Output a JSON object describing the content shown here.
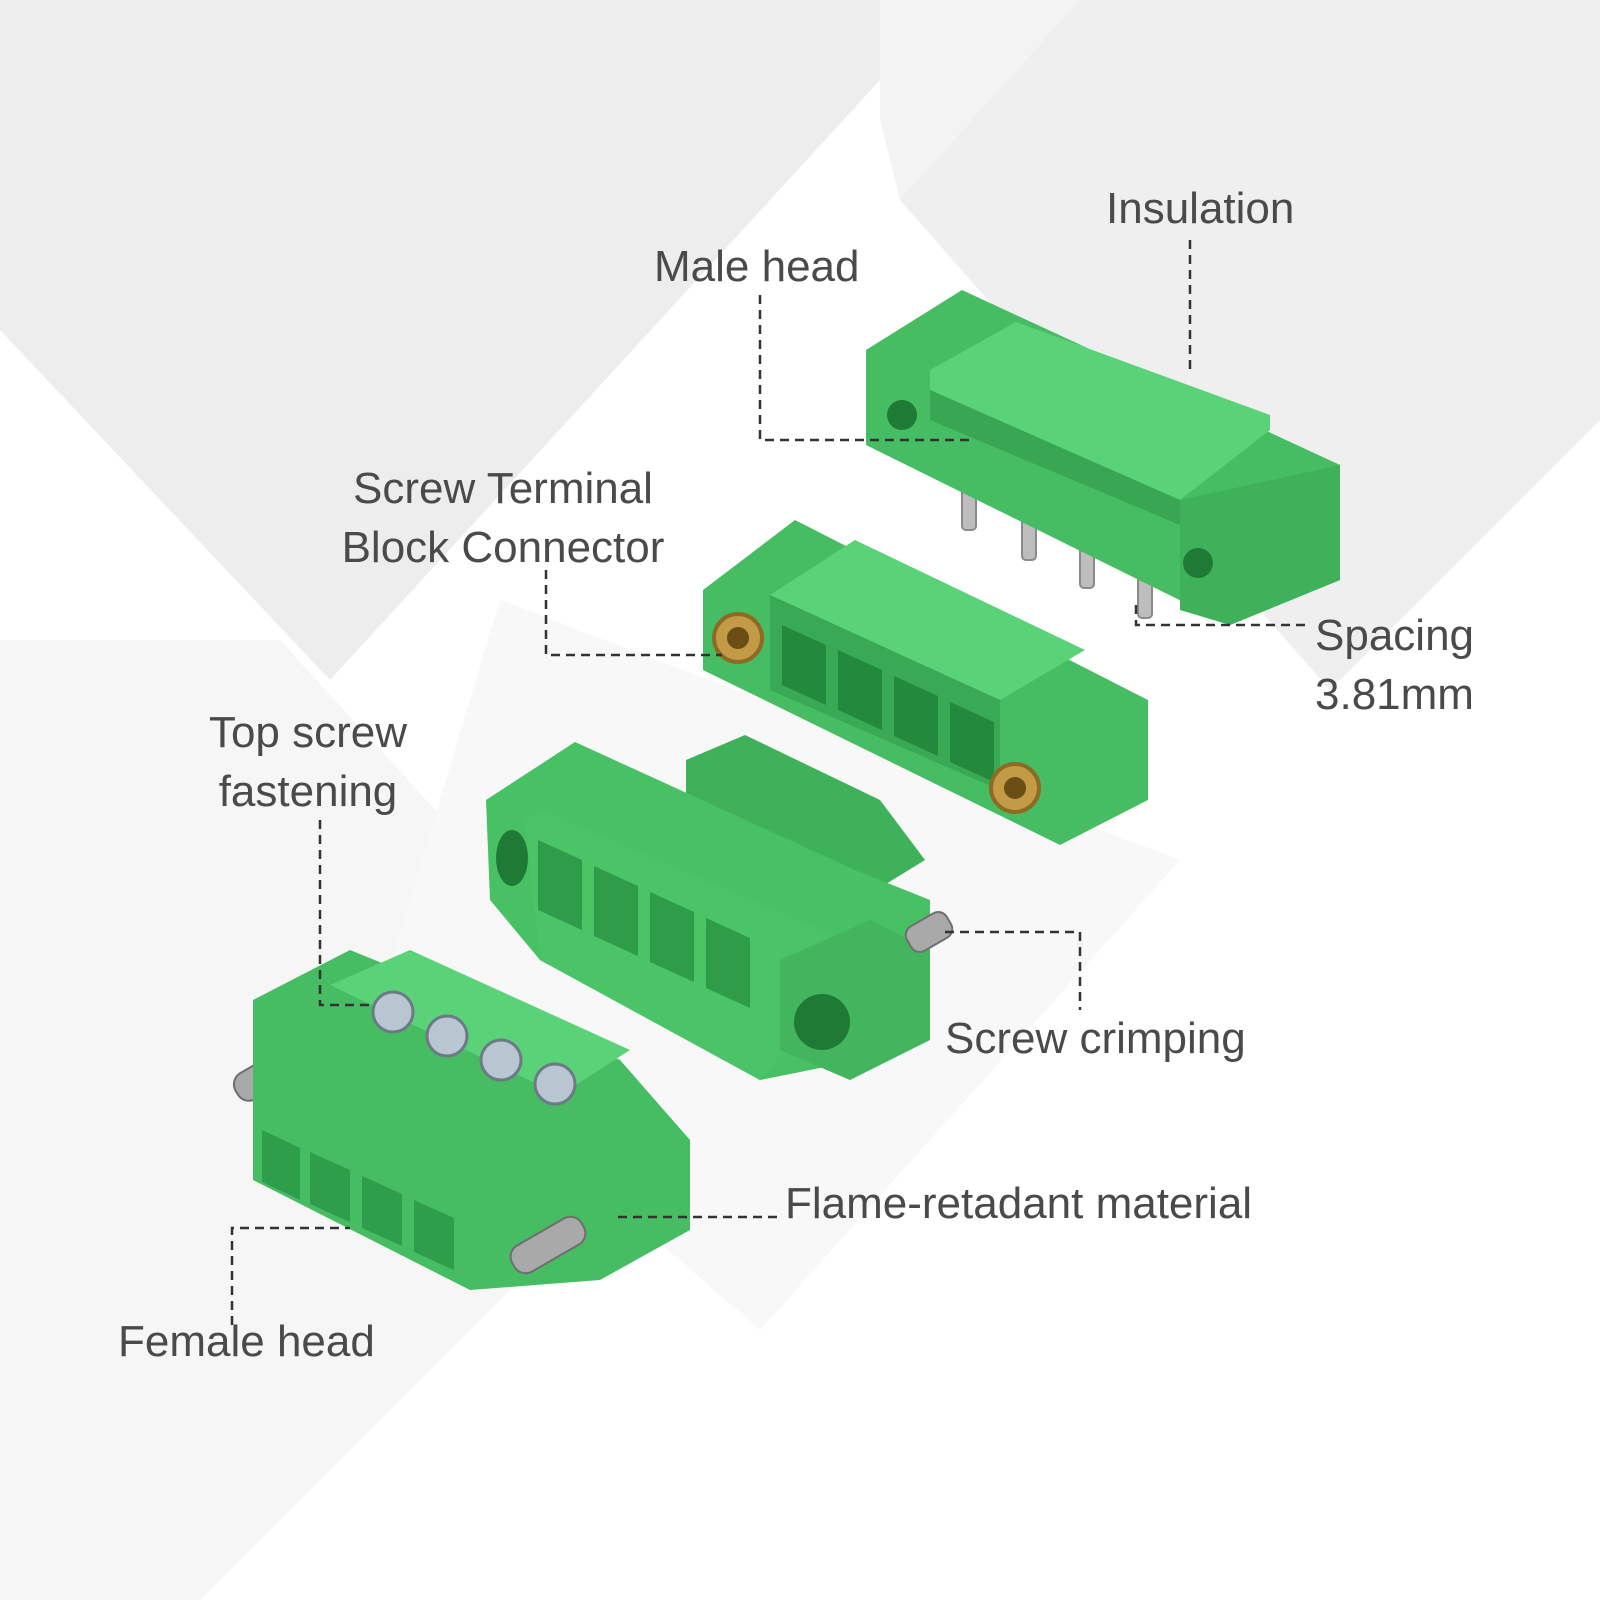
{
  "colors": {
    "background": "#ffffff",
    "background_shape": "#ededed",
    "connector_green": "#4cc76a",
    "connector_green_dark": "#2f9e4b",
    "label_text": "#4a4a4a",
    "leader_line": "#333333",
    "metal_pin": "#b9b9b9",
    "brass_insert": "#b08a3a"
  },
  "labels": {
    "insulation": "Insulation",
    "male_head": "Male head",
    "screw_terminal_line1": "Screw Terminal",
    "screw_terminal_line2": "Block Connector",
    "spacing_line1": "Spacing",
    "spacing_line2": "3.81mm",
    "top_screw_line1": "Top screw",
    "top_screw_line2": "fastening",
    "screw_crimping": "Screw crimping",
    "flame_retardant": "Flame-retadant material",
    "female_head": "Female head"
  },
  "illustration": {
    "subject": "green 4-pin pluggable screw terminal block connectors",
    "pieces": [
      "male-header",
      "male-socket-with-brass-inserts",
      "plug-housing",
      "female-plug-with-screws"
    ]
  }
}
